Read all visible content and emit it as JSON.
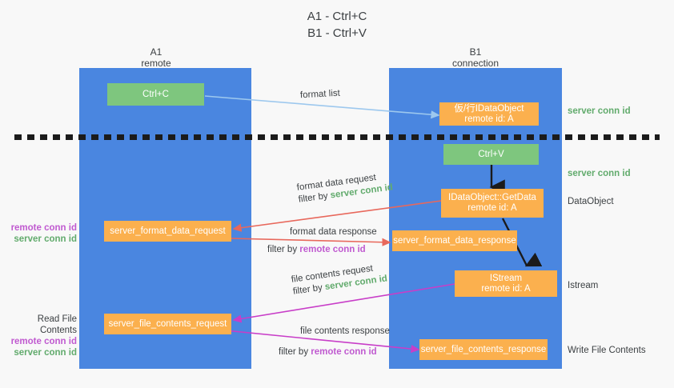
{
  "title": "A1 - Ctrl+C\nB1 - Ctrl+V",
  "colors": {
    "lane": "#4a86e0",
    "node_green": "#7ec67e",
    "node_orange": "#fbb04e",
    "server_conn_id": "#62ab6d",
    "remote_conn_id": "#c05ad0",
    "background": "#f8f8f8",
    "arrow_lightblue": "#9dc8ee",
    "arrow_red": "#e8685c",
    "arrow_magenta": "#c83ec8",
    "arrow_black": "#1b1b1b"
  },
  "columns": [
    {
      "name": "A1",
      "sub": "remote"
    },
    {
      "name": "B1",
      "sub": "connection"
    }
  ],
  "nodes": {
    "ctrl_c": "Ctrl+C",
    "ctrl_v": "Ctrl+V",
    "idataobject": "仮/行IDataObject\nremote id: A",
    "getdata": "IDataObject::GetData\nremote id: A",
    "istream": "IStream\nremote id: A",
    "format_data_request": "server_format_data_request",
    "format_data_response": "server_format_data_response",
    "file_contents_request": "server_file_contents_request",
    "file_contents_response": "server_file_contents_response"
  },
  "right_annotations": [
    {
      "key": "server_conn_id_top",
      "text": "server conn id",
      "style": "green"
    },
    {
      "key": "server_conn_id_mid",
      "text": "server conn id",
      "style": "green"
    },
    {
      "key": "dataobject",
      "text": "DataObject",
      "style": "plain"
    },
    {
      "key": "istream",
      "text": "Istream",
      "style": "plain"
    },
    {
      "key": "write_file_contents",
      "text": "Write File Contents",
      "style": "plain"
    }
  ],
  "left_annotations": [
    {
      "key": "conn_ids_upper",
      "remote": "remote conn id",
      "server": "server conn id"
    },
    {
      "key": "read_file_contents",
      "heading": "Read File Contents",
      "remote": "remote conn id",
      "server": "server conn id"
    }
  ],
  "edge_labels": {
    "format_list": "format list",
    "format_data_request": "format data request",
    "format_data_request_filter_prefix": "filter by ",
    "format_data_request_filter_value": "server conn id",
    "format_data_response": "format data response",
    "format_data_response_filter_prefix": "filter by ",
    "format_data_response_filter_value": "remote conn id",
    "file_contents_request": "file contents request",
    "file_contents_request_filter_prefix": "filter by ",
    "file_contents_request_filter_value": "server conn id",
    "file_contents_response": "file contents response",
    "file_contents_response_filter_prefix": "filter by ",
    "file_contents_response_filter_value": "remote conn id"
  }
}
